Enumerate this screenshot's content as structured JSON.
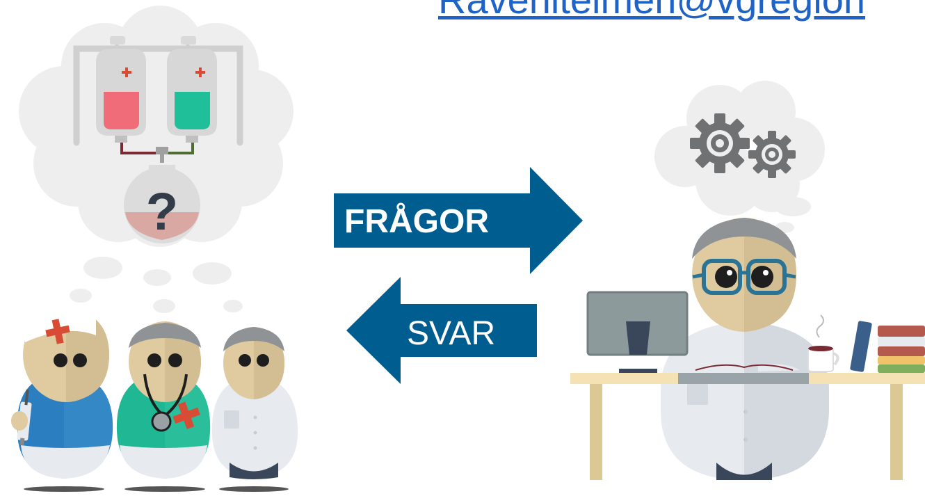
{
  "header": {
    "email_link": "Rävehitelmen@vgregion"
  },
  "arrows": {
    "questions_label": "FRÅGOR",
    "answers_label": "SVAR"
  },
  "colors": {
    "arrow_blue": "#005d90",
    "link_blue": "#1f63c6",
    "cloud_gray": "#eeeeee",
    "skin": "#e0cba0",
    "hair": "#8f9396",
    "nurse_blue": "#2b7fc1",
    "doctor_green": "#20b894",
    "coat_white": "#e7eaee",
    "cross_red": "#d84c35",
    "desk": "#f4e2b5",
    "desk_leg": "#dcc894",
    "glasses": "#2b7395",
    "gear": "#707172"
  },
  "icons": {
    "left_thought": "iv-bags-question-icon",
    "right_thought": "gears-icon"
  }
}
